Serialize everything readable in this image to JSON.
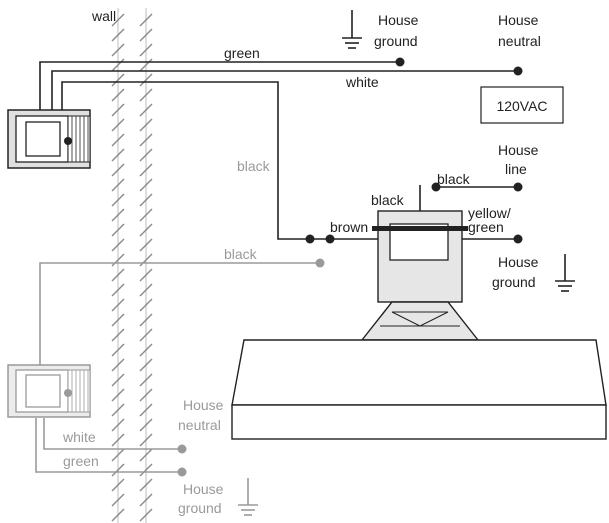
{
  "labels": {
    "wall": "wall",
    "green_top": "green",
    "white_top": "white",
    "black_left": "black",
    "house_ground_top_l1": "House",
    "house_ground_top_l2": "ground",
    "house_neutral_top_l1": "House",
    "house_neutral_top_l2": "neutral",
    "voltage": "120VAC",
    "house_line_l1": "House",
    "house_line_l2": "line",
    "black_line": "black",
    "black_motor": "black",
    "brown": "brown",
    "yellow_green_l1": "yellow/",
    "yellow_green_l2": "green",
    "house_ground_right_l1": "House",
    "house_ground_right_l2": "ground",
    "black_grey": "black",
    "white_bottom": "white",
    "green_bottom": "green",
    "house_neutral_bottom_l1": "House",
    "house_neutral_bottom_l2": "neutral",
    "house_ground_bottom_l1": "House",
    "house_ground_bottom_l2": "ground"
  },
  "colors": {
    "wire_dark": "#222222",
    "wire_grey": "#9a9a9a",
    "fill_light": "#e0e0e0",
    "fill_ghost": "#ececec"
  }
}
